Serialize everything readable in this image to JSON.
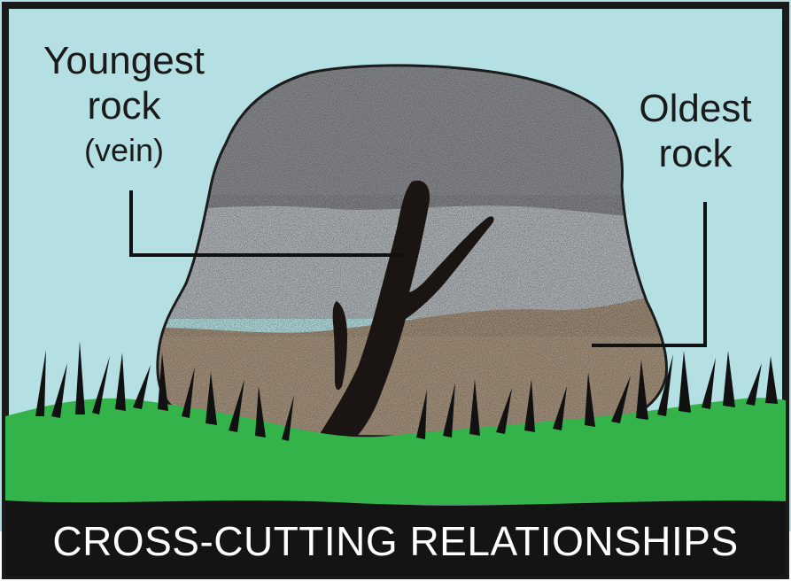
{
  "labels": {
    "youngest_line1": "Youngest",
    "youngest_line2": "rock",
    "youngest_line3": "(vein)",
    "oldest_line1": "Oldest",
    "oldest_line2": "rock"
  },
  "title": "CROSS-CUTTING RELATIONSHIPS",
  "colors": {
    "sky": "#b5e0e3",
    "top_layer": "#85878b",
    "middle_layer": "#b3b8bc",
    "bottom_layer": "#a08e7a",
    "vein": "#1a1512",
    "grass": "#33b34a",
    "title_band": "#141414",
    "title_text": "#ffffff"
  }
}
